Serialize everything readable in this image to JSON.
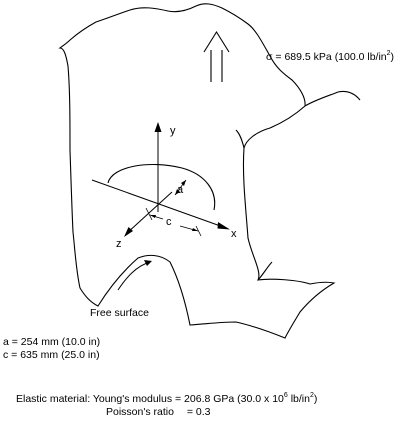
{
  "load": {
    "symbol": "σ",
    "eq": "=",
    "si": "689.5 kPa",
    "imperial": "(100.0 lb/in",
    "imperial_exp": "2",
    "close": ")"
  },
  "axes": {
    "x": "x",
    "y": "y",
    "z": "z"
  },
  "crack_dims": {
    "a": "a",
    "c": "c"
  },
  "free_surface": "Free surface",
  "dims": {
    "a": "a = 254 mm (10.0 in)",
    "c": "c = 635 mm (25.0 in)"
  },
  "material": {
    "prefix": "Elastic material: Young's modulus = 206.8 GPa (30.0 x 10",
    "exp6": "6",
    "unit": " lb/in",
    "exp2": "2",
    "close": ")",
    "poisson_label": "Poisson's ratio",
    "poisson_value": "= 0.3"
  }
}
